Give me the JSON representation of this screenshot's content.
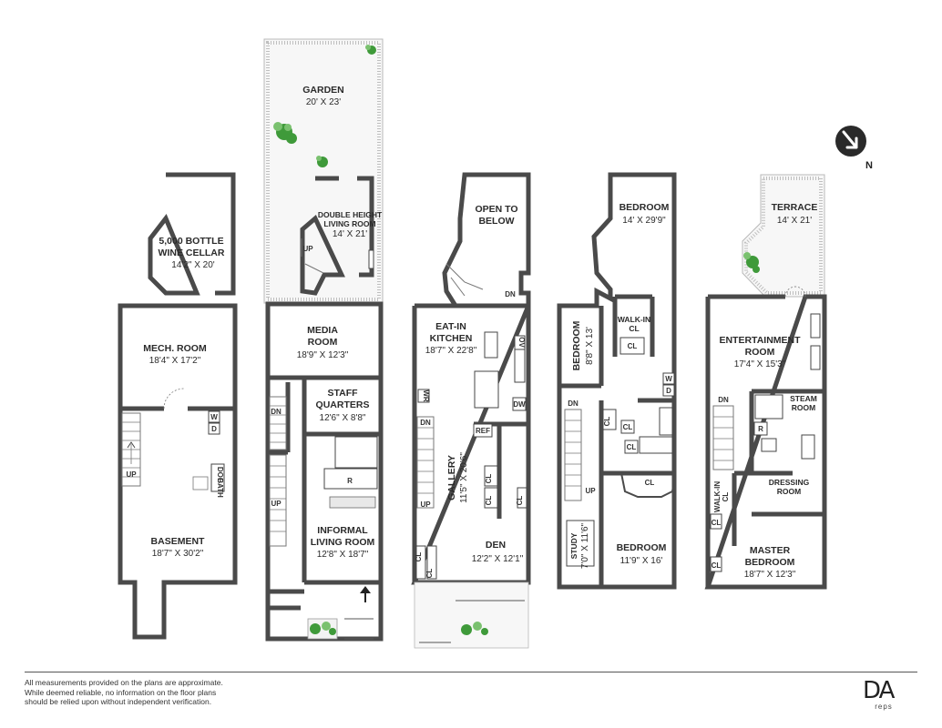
{
  "floors": [
    {
      "name": "basement-level",
      "rooms": [
        {
          "id": "wine",
          "title_lines": [
            "5,000 BOTTLE",
            "WINE CELLAR"
          ],
          "dim": "14'2\" X 20'"
        },
        {
          "id": "mech",
          "title_lines": [
            "MECH. ROOM"
          ],
          "dim": "18'4\" X 17'2\""
        },
        {
          "id": "basement",
          "title_lines": [
            "BASEMENT"
          ],
          "dim": "18'7\" X 30'2\""
        }
      ],
      "small_labels": [
        "W",
        "D",
        "DOG",
        "BATH",
        "UP"
      ]
    },
    {
      "name": "garden-level",
      "rooms": [
        {
          "id": "garden",
          "title_lines": [
            "GARDEN"
          ],
          "dim": "20' X 23'"
        },
        {
          "id": "double-height",
          "title_lines": [
            "DOUBLE HEIGHT",
            "LIVING ROOM"
          ],
          "dim": "14' X 21'"
        },
        {
          "id": "media",
          "title_lines": [
            "MEDIA",
            "ROOM"
          ],
          "dim": "18'9\" X 12'3\""
        },
        {
          "id": "staff",
          "title_lines": [
            "STAFF",
            "QUARTERS"
          ],
          "dim": "12'6\" X 8'8\""
        },
        {
          "id": "informal",
          "title_lines": [
            "INFORMAL",
            "LIVING ROOM"
          ],
          "dim": "12'8\" X 18'7\""
        }
      ],
      "small_labels": [
        "UP",
        "DN",
        "UP",
        "R"
      ]
    },
    {
      "name": "parlor-level",
      "rooms": [
        {
          "id": "open",
          "title_lines": [
            "OPEN TO",
            "BELOW"
          ],
          "dim": ""
        },
        {
          "id": "kitchen",
          "title_lines": [
            "EAT-IN",
            "KITCHEN"
          ],
          "dim": "18'7\" X 22'8\""
        },
        {
          "id": "gallery",
          "title_lines": [
            "GALLERY"
          ],
          "dim": "11'5\" X 20'6\""
        },
        {
          "id": "den",
          "title_lines": [
            "DEN"
          ],
          "dim": "12'2\" X 12'1\""
        }
      ],
      "small_labels": [
        "DN",
        "OV",
        "DW",
        "WR",
        "REF",
        "DN",
        "UP",
        "CL",
        "CL",
        "CL",
        "CL",
        "CL"
      ]
    },
    {
      "name": "third-level",
      "rooms": [
        {
          "id": "bedroom-top",
          "title_lines": [
            "BEDROOM"
          ],
          "dim": "14' X 29'9\""
        },
        {
          "id": "bedroom-side",
          "title_lines": [
            "BEDROOM"
          ],
          "dim": "8'8\" X 13'"
        },
        {
          "id": "walkin",
          "title_lines": [
            "WALK-IN",
            "CL"
          ],
          "dim": ""
        },
        {
          "id": "study",
          "title_lines": [
            "STUDY"
          ],
          "dim": "7'0\" X 11'6\""
        },
        {
          "id": "bedroom-bottom",
          "title_lines": [
            "BEDROOM"
          ],
          "dim": "11'9\" X 16'"
        }
      ],
      "small_labels": [
        "CL",
        "W",
        "D",
        "DN",
        "UP",
        "CL",
        "CL",
        "CL",
        "CL"
      ]
    },
    {
      "name": "top-level",
      "rooms": [
        {
          "id": "terrace",
          "title_lines": [
            "TERRACE"
          ],
          "dim": "14' X 21'"
        },
        {
          "id": "entertainment",
          "title_lines": [
            "ENTERTAINMENT",
            "ROOM"
          ],
          "dim": "17'4\" X 15'3\""
        },
        {
          "id": "steam",
          "title_lines": [
            "STEAM",
            "ROOM"
          ],
          "dim": ""
        },
        {
          "id": "dressing",
          "title_lines": [
            "DRESSING",
            "ROOM"
          ],
          "dim": ""
        },
        {
          "id": "walkin2",
          "title_lines": [
            "WALK-IN",
            "CL"
          ],
          "dim": ""
        },
        {
          "id": "master",
          "title_lines": [
            "MASTER",
            "BEDROOM"
          ],
          "dim": "18'7\" X 12'3\""
        }
      ],
      "small_labels": [
        "DN",
        "R",
        "CL",
        "CL"
      ]
    }
  ],
  "compass": {
    "label": "N",
    "icon": "north-arrow-icon"
  },
  "disclaimer": [
    "All measurements provided on the plans are approximate.",
    "While deemed reliable, no information on the floor plans",
    "should be relied upon without independent verification."
  ],
  "logo": {
    "mark": "DA",
    "sub": "reps"
  }
}
